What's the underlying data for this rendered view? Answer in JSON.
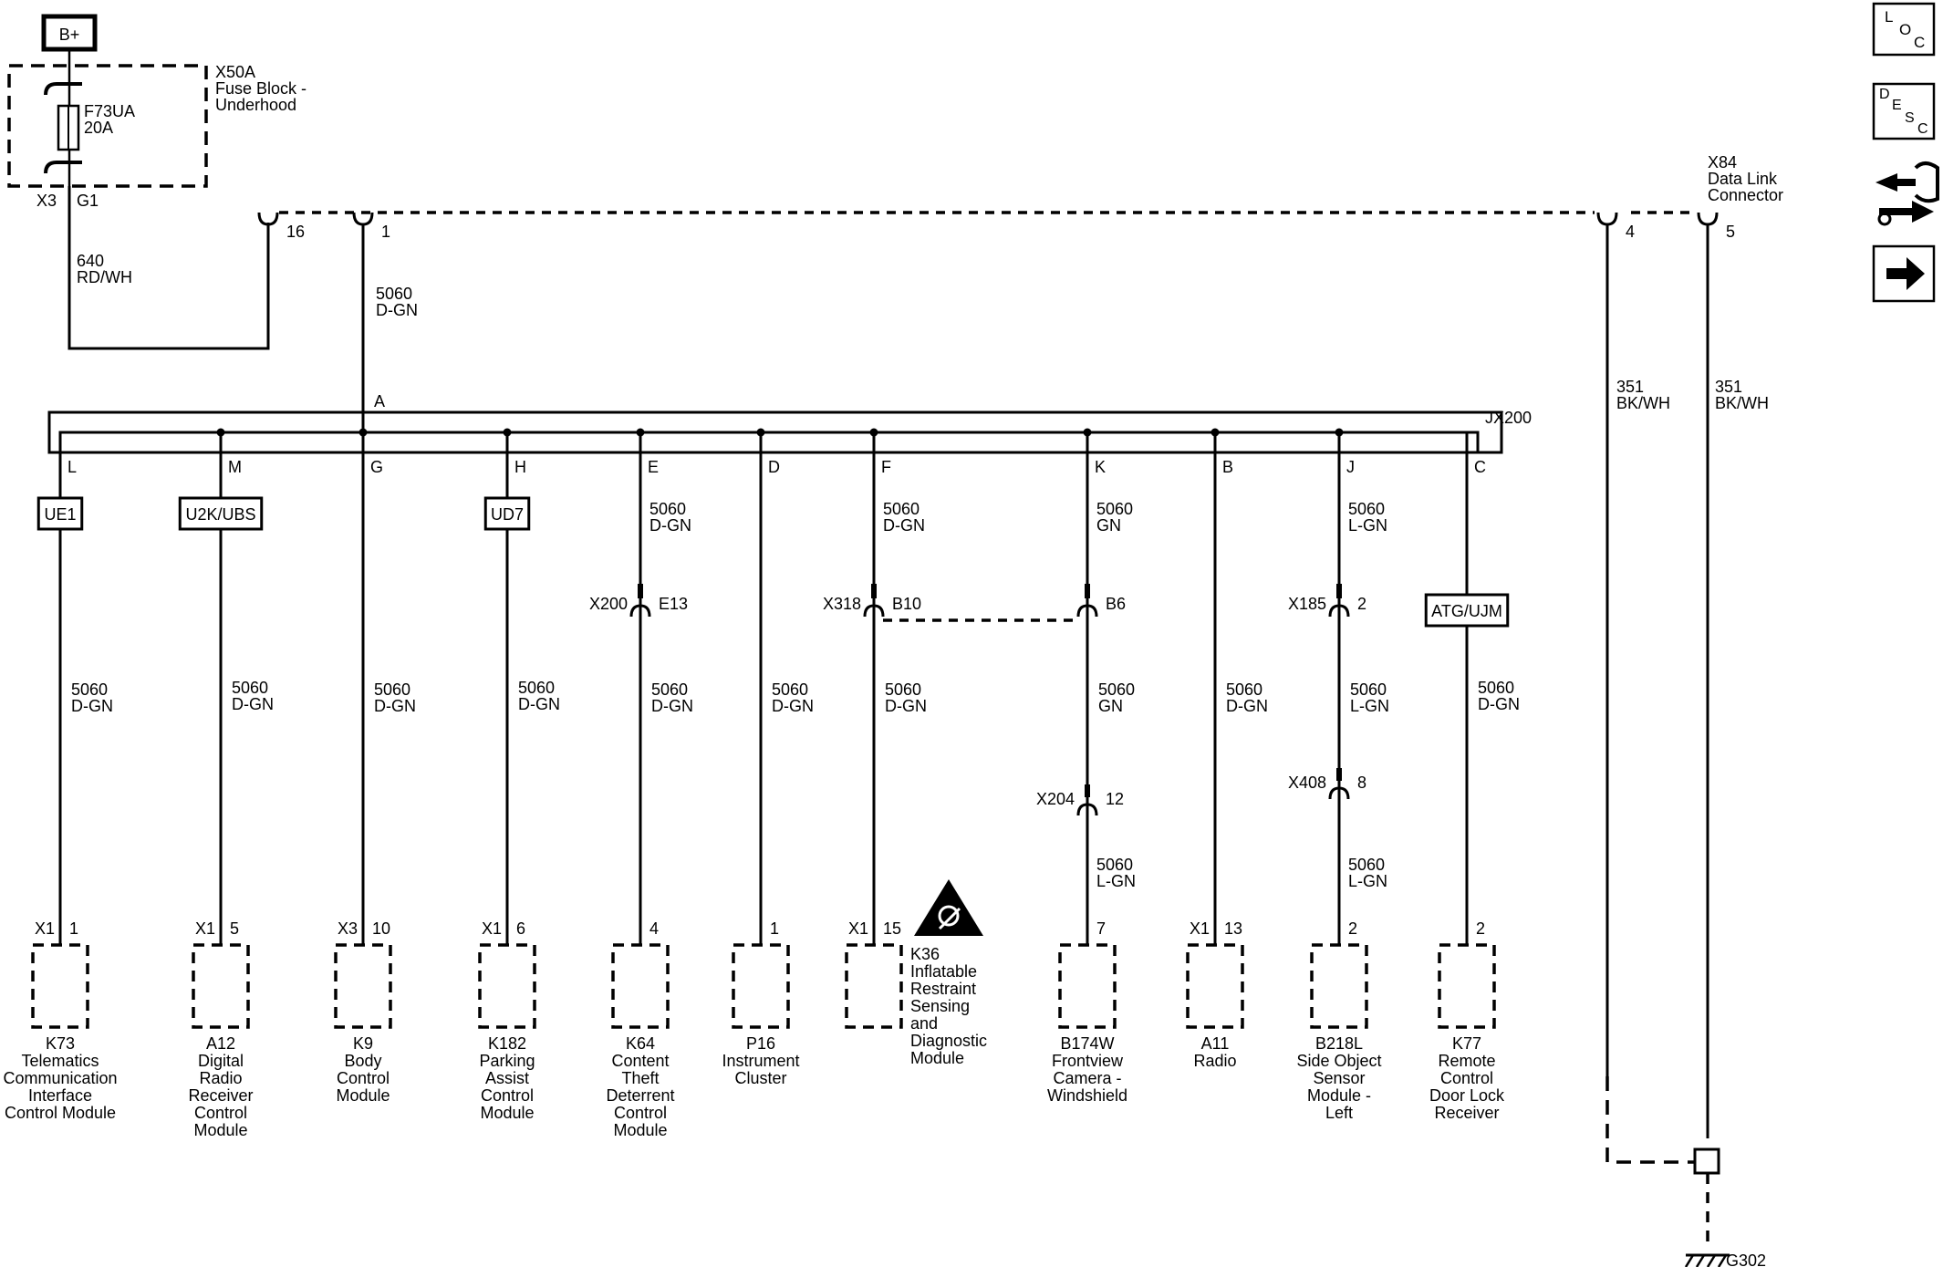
{
  "power_source": {
    "label": "B+"
  },
  "fuse_block": {
    "id": "X50A",
    "name_line1": "Fuse Block -",
    "name_line2": "Underhood",
    "fuse_id": "F73UA",
    "fuse_rating": "20A",
    "connector": "X3",
    "pin": "G1"
  },
  "power_wire": {
    "circuit": "640",
    "color": "RD/WH"
  },
  "dlc": {
    "id": "X84",
    "name_line1": "Data Link",
    "name_line2": "Connector",
    "pins": {
      "p16": "16",
      "p1": "1",
      "p4": "4",
      "p5": "5"
    }
  },
  "main_wire": {
    "circuit": "5060",
    "color": "D-GN"
  },
  "ground_wires": [
    {
      "circuit": "351",
      "color": "BK/WH"
    },
    {
      "circuit": "351",
      "color": "BK/WH"
    }
  ],
  "ground": {
    "id": "G302"
  },
  "splice_pack": {
    "id": "JX200",
    "input_pin": "A"
  },
  "branches": [
    {
      "pin": "L",
      "option": "UE1",
      "wire_circuit": "5060",
      "wire_color": "D-GN",
      "conn": "X1",
      "conn_pin": "1",
      "module_lines": [
        "K73",
        "Telematics",
        "Communication",
        "Interface",
        "Control Module"
      ]
    },
    {
      "pin": "M",
      "option": "U2K/UBS",
      "wire_circuit": "5060",
      "wire_color": "D-GN",
      "conn": "X1",
      "conn_pin": "5",
      "module_lines": [
        "A12",
        "Digital",
        "Radio",
        "Receiver",
        "Control",
        "Module"
      ]
    },
    {
      "pin": "G",
      "wire_circuit": "5060",
      "wire_color": "D-GN",
      "conn": "X3",
      "conn_pin": "10",
      "module_lines": [
        "K9",
        "Body",
        "Control",
        "Module"
      ]
    },
    {
      "pin": "H",
      "option": "UD7",
      "wire_circuit": "5060",
      "wire_color": "D-GN",
      "conn": "X1",
      "conn_pin": "6",
      "module_lines": [
        "K182",
        "Parking",
        "Assist",
        "Control",
        "Module"
      ]
    },
    {
      "pin": "E",
      "upper_circuit": "5060",
      "upper_color": "D-GN",
      "inline_conn": "X200",
      "inline_pin": "E13",
      "wire_circuit": "5060",
      "wire_color": "D-GN",
      "conn_pin": "4",
      "module_lines": [
        "K64",
        "Content",
        "Theft",
        "Deterrent",
        "Control",
        "Module"
      ]
    },
    {
      "pin": "D",
      "wire_circuit": "5060",
      "wire_color": "D-GN",
      "conn_pin": "1",
      "module_lines": [
        "P16",
        "Instrument",
        "Cluster"
      ]
    },
    {
      "pin": "F",
      "upper_circuit": "5060",
      "upper_color": "D-GN",
      "inline_conn": "X318",
      "inline_pin": "B10",
      "wire_circuit": "5060",
      "wire_color": "D-GN",
      "conn": "X1",
      "conn_pin": "15",
      "module_lines": [
        "K36",
        "Inflatable",
        "Restraint",
        "Sensing",
        "and",
        "Diagnostic",
        "Module"
      ]
    },
    {
      "pin": "K",
      "upper_circuit": "5060",
      "upper_color": "GN",
      "inline_pin": "B6",
      "wire_circuit": "5060",
      "wire_color": "GN",
      "inline2_conn": "X204",
      "inline2_pin": "12",
      "lower_circuit": "5060",
      "lower_color": "L-GN",
      "conn_pin": "7",
      "module_lines": [
        "B174W",
        "Frontview",
        "Camera -",
        "Windshield"
      ]
    },
    {
      "pin": "B",
      "wire_circuit": "5060",
      "wire_color": "D-GN",
      "conn": "X1",
      "conn_pin": "13",
      "module_lines": [
        "A11",
        "Radio"
      ]
    },
    {
      "pin": "J",
      "upper_circuit": "5060",
      "upper_color": "L-GN",
      "inline_conn": "X185",
      "inline_pin": "2",
      "wire_circuit": "5060",
      "wire_color": "L-GN",
      "inline2_conn": "X408",
      "inline2_pin": "8",
      "lower_circuit": "5060",
      "lower_color": "L-GN",
      "conn_pin": "2",
      "module_lines": [
        "B218L",
        "Side Object",
        "Sensor",
        "Module -",
        "Left"
      ]
    },
    {
      "pin": "C",
      "option": "ATG/UJM",
      "wire_circuit": "5060",
      "wire_color": "D-GN",
      "conn_pin": "2",
      "module_lines": [
        "K77",
        "Remote",
        "Control",
        "Door Lock",
        "Receiver"
      ]
    }
  ],
  "side_panel": {
    "loc": {
      "l": "L",
      "o": "O",
      "c": "C"
    },
    "desc": {
      "d": "D",
      "e": "E",
      "s": "S",
      "c": "C"
    },
    "icons": [
      "connector-end-view-icon",
      "next-page-arrow-icon"
    ]
  }
}
